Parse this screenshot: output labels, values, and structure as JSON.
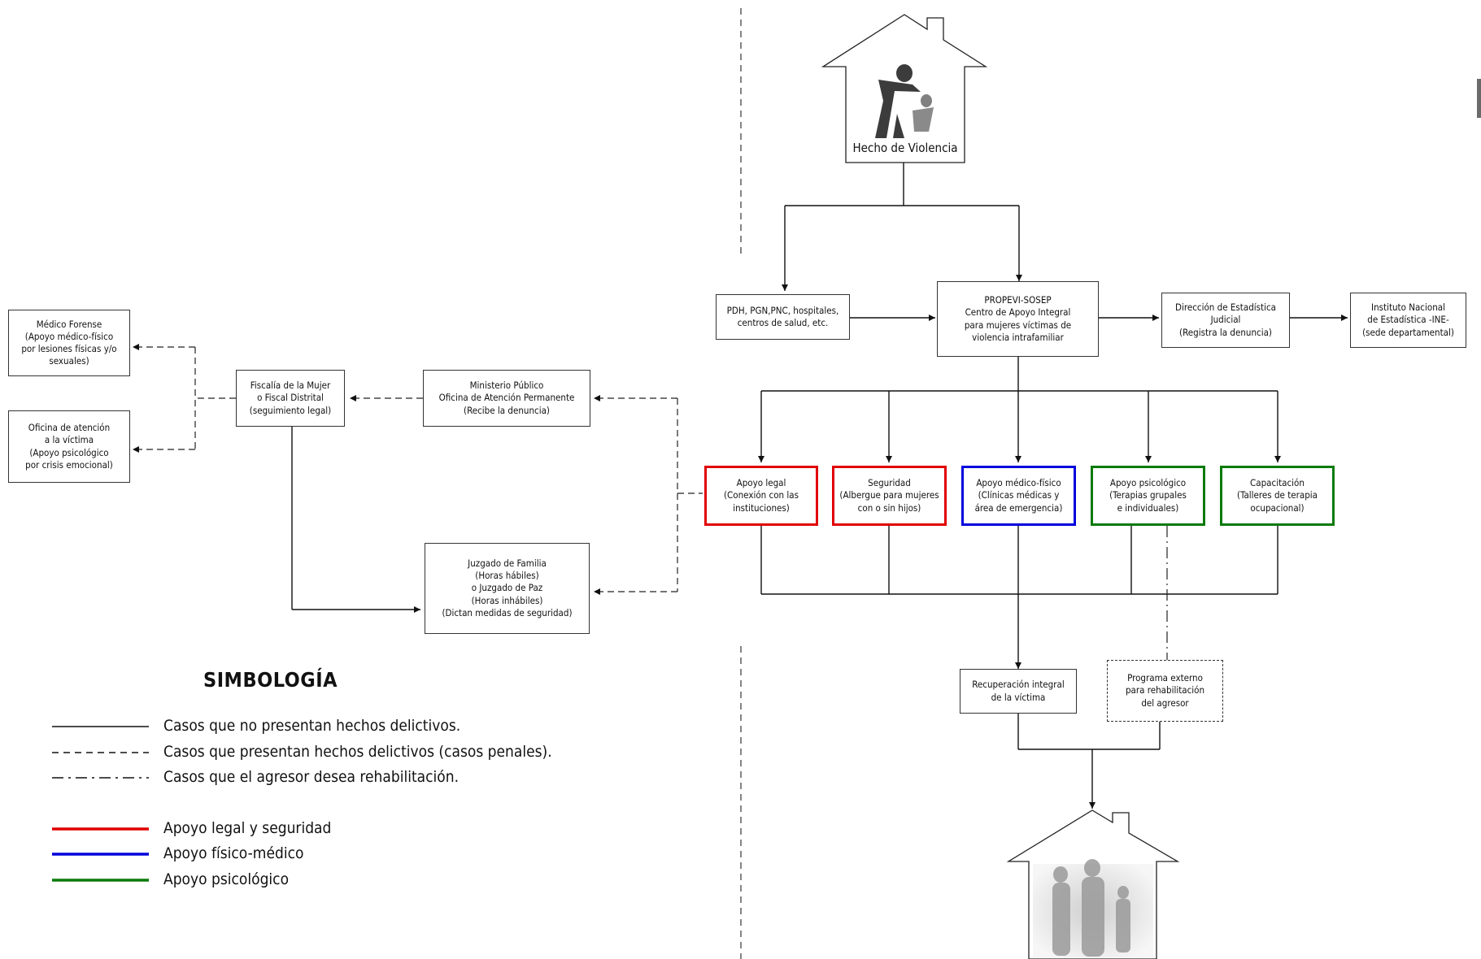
{
  "houses": {
    "top_label": "Hecho de Violencia"
  },
  "boxes": {
    "medico_forense": [
      "Médico Forense",
      "(Apoyo médico-físico",
      "por lesiones físicas y/o",
      "sexuales)"
    ],
    "oficina_victima": [
      "Oficina de atención",
      "a la víctima",
      "(Apoyo psicológico",
      "por crisis emocional)"
    ],
    "fiscalia": [
      "Fiscalía de la Mujer",
      "o Fiscal Distrital",
      "(seguimiento legal)"
    ],
    "ministerio": [
      "Ministerio Público",
      "Oficina de Atención Permanente",
      "(Recibe la denuncia)"
    ],
    "juzgado": [
      "Juzgado de Familia",
      "(Horas hábiles)",
      "o Juzgado de Paz",
      "(Horas inhábiles)",
      "(Dictan medidas de seguridad)"
    ],
    "pdh": [
      "PDH, PGN,PNC, hospitales,",
      "centros de salud, etc."
    ],
    "propevi": [
      "PROPEVI-SOSEP",
      "Centro de Apoyo Integral",
      "para mujeres víctimas de",
      "violencia intrafamiliar"
    ],
    "direccion": [
      "Dirección de Estadística",
      "Judicial",
      "(Registra la denuncia)"
    ],
    "ine": [
      "Instituto Nacional",
      "de  Estadística -INE-",
      "(sede departamental)"
    ],
    "apoyo_legal": [
      "Apoyo legal",
      "(Conexión con las",
      "instituciones)"
    ],
    "seguridad": [
      "Seguridad",
      "(Albergue para mujeres",
      "con o sin hijos)"
    ],
    "medico_fisico": [
      "Apoyo médico-físico",
      "(Clínicas médicas y",
      "área de emergencia)"
    ],
    "psicologico": [
      "Apoyo psicológico",
      "(Terapias grupales",
      "e individuales)"
    ],
    "capacitacion": [
      "Capacitación",
      "(Talleres de terapia",
      "ocupacional)"
    ],
    "recuperacion": [
      "Recuperación integral",
      "de la víctima"
    ],
    "programa": [
      "Programa externo",
      "para rehabilitación",
      "del agresor"
    ]
  },
  "legend": {
    "title": "SIMBOLOGÍA",
    "line_types": [
      {
        "style": "solid",
        "label": "Casos que no presentan hechos delictivos."
      },
      {
        "style": "dashed",
        "label": "Casos que presentan hechos delictivos (casos penales)."
      },
      {
        "style": "dashdot",
        "label": "Casos que el agresor desea rehabilitación."
      }
    ],
    "colors": [
      {
        "color": "#e00000",
        "label": "Apoyo legal y seguridad"
      },
      {
        "color": "#0000dd",
        "label": "Apoyo físico-médico"
      },
      {
        "color": "#0a7a0a",
        "label": "Apoyo psicológico"
      }
    ]
  }
}
